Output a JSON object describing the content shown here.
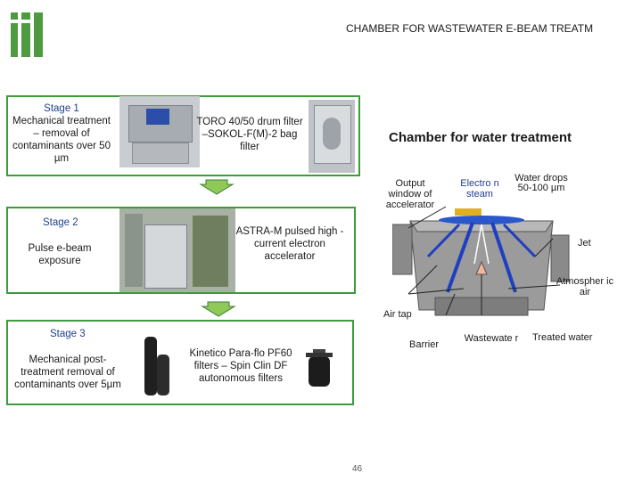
{
  "header": {
    "title": "CHAMBER FOR WASTEWATER E-BEAM TREATM"
  },
  "stage1": {
    "title": "Stage 1",
    "desc": "Mechanical treatment – removal of contaminants over 50 µm",
    "equipment": "TORO 40/50 drum filter –SOKOL-F(M)-2 bag filter"
  },
  "chamber_title": "Chamber for water treatment",
  "stage2": {
    "title": "Stage 2",
    "desc": "Pulse e-beam exposure",
    "equipment": "ASTRA-M pulsed high -current electron accelerator"
  },
  "stage3": {
    "title": "Stage 3",
    "desc": "Mechanical post-treatment removal of contaminants over 5µm",
    "equipment": "Kinetico Para-flo PF60 filters – Spin Clin DF autonomous filters"
  },
  "diagram": {
    "output_window": "Output window of accelerator",
    "electron_steam": "Electro n steam",
    "water_drops": "Water drops 50-100 µm",
    "jet": "Jet",
    "atmospheric_air": "Atmospher ic air",
    "air_tap": "Air tap",
    "barrier": "Barrier",
    "wastewater": "Wastewate r",
    "treated_water": "Treated water"
  },
  "colors": {
    "green": "#3c9b3a",
    "blue_text": "#1f3f8f",
    "logo": "#4d9a3f"
  },
  "page_number": "46"
}
